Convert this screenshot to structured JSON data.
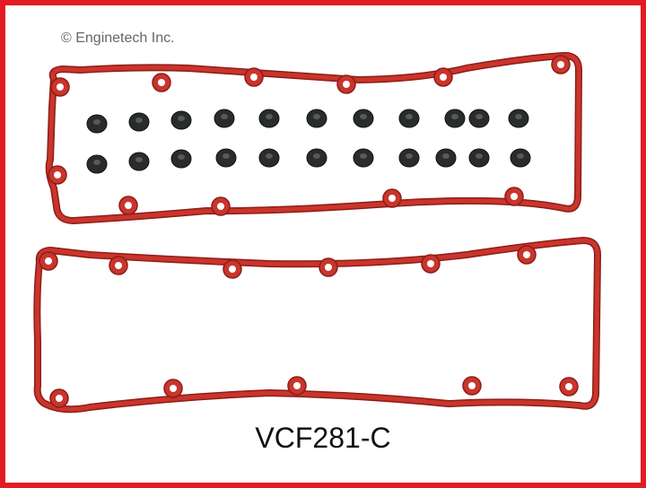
{
  "copyright": "© Enginetech Inc.",
  "part_number": "VCF281-C",
  "colors": {
    "frame": "#e31b23",
    "gasket": "#c9352c",
    "gasket_edge": "#8e1d18",
    "grommet": "#2a2c2c",
    "text": "#111111"
  },
  "photo": {
    "subject": "valve cover gasket set",
    "items": [
      {
        "name": "upper-gasket",
        "kind": "gasket"
      },
      {
        "name": "lower-gasket",
        "kind": "gasket"
      },
      {
        "name": "grommets",
        "kind": "grommet",
        "count": 22
      }
    ]
  }
}
